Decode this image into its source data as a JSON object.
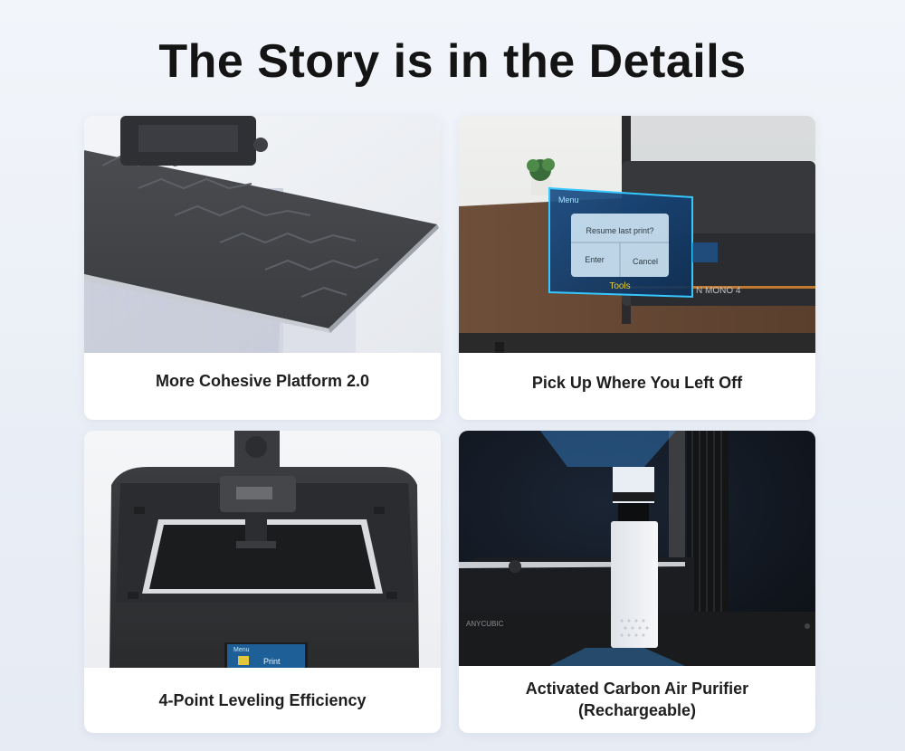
{
  "heading": "The Story is in the Details",
  "cards": [
    {
      "caption": "More Cohesive Platform 2.0",
      "icon": "build-platform-image"
    },
    {
      "caption": "Pick Up Where You Left Off",
      "icon": "printer-resume-screen-image",
      "screen": {
        "menu": "Menu",
        "prompt": "Resume last print?",
        "enter": "Enter",
        "cancel": "Cancel",
        "tools": "Tools",
        "brand_text": "N MONO 4"
      }
    },
    {
      "caption": "4-Point Leveling Efficiency",
      "icon": "leveling-platform-image",
      "screen": {
        "menu": "Menu",
        "print": "Print"
      }
    },
    {
      "caption_line1": "Activated Carbon Air Purifier",
      "caption_line2": "(Rechargeable)",
      "icon": "air-purifier-image",
      "brand_text": "ANYCUBIC"
    }
  ]
}
